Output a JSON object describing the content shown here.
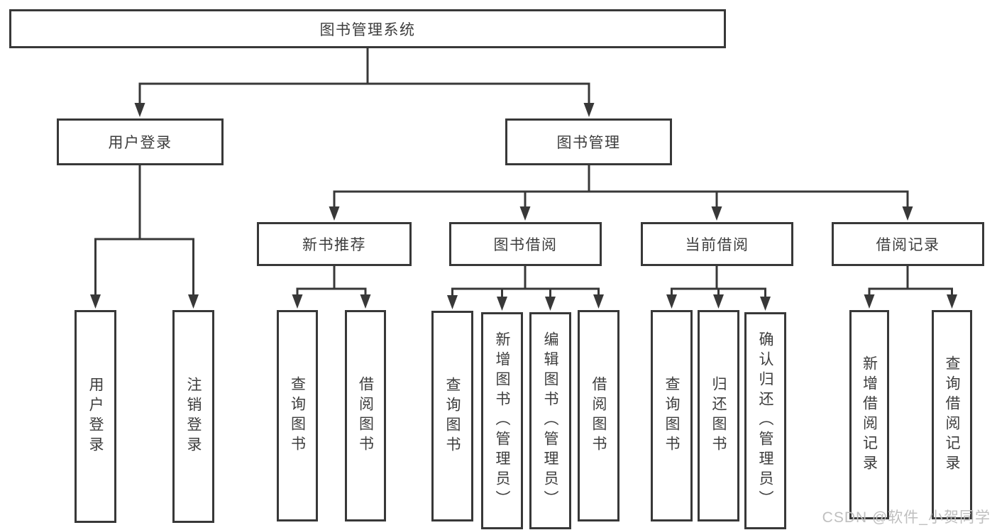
{
  "diagram": {
    "root": {
      "label": "图书管理系统"
    },
    "branches": [
      {
        "label": "用户登录",
        "children": [
          {
            "label": "用户登录"
          },
          {
            "label": "注销登录"
          }
        ]
      },
      {
        "label": "图书管理",
        "children": [
          {
            "label": "新书推荐",
            "children": [
              {
                "label": "查询图书"
              },
              {
                "label": "借阅图书"
              }
            ]
          },
          {
            "label": "图书借阅",
            "children": [
              {
                "label": "查询图书"
              },
              {
                "label": "新增图书（管理员）"
              },
              {
                "label": "编辑图书（管理员）"
              },
              {
                "label": "借阅图书"
              }
            ]
          },
          {
            "label": "当前借阅",
            "children": [
              {
                "label": "查询图书"
              },
              {
                "label": "归还图书"
              },
              {
                "label": "确认归还（管理员）"
              }
            ]
          },
          {
            "label": "借阅记录",
            "children": [
              {
                "label": "新增借阅记录"
              },
              {
                "label": "查询借阅记录"
              }
            ]
          }
        ]
      }
    ]
  },
  "watermark": {
    "text": "CSDN @软件_小贺同学"
  },
  "colors": {
    "line": "#383838",
    "text": "#3d3d3d",
    "background": "#ffffff",
    "watermark": "#bfbfbf"
  }
}
